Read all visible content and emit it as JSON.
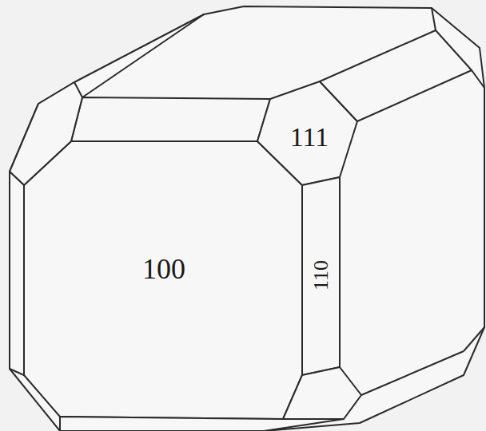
{
  "diagram": {
    "labels": [
      "100",
      "111",
      "110"
    ]
  }
}
